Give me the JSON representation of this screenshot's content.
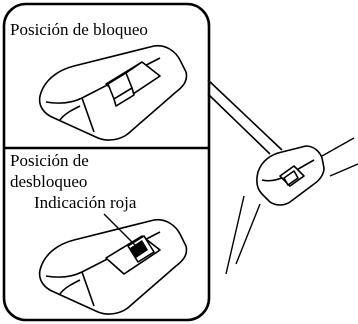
{
  "panels": {
    "lock": {
      "title": "Posición de bloqueo"
    },
    "unlock": {
      "title_line1": "Posición de",
      "title_line2": "desbloqueo",
      "indicator_label": "Indicación roja",
      "indicator_color": "#000000"
    }
  },
  "colors": {
    "line": "#000000",
    "background": "#ffffff"
  }
}
